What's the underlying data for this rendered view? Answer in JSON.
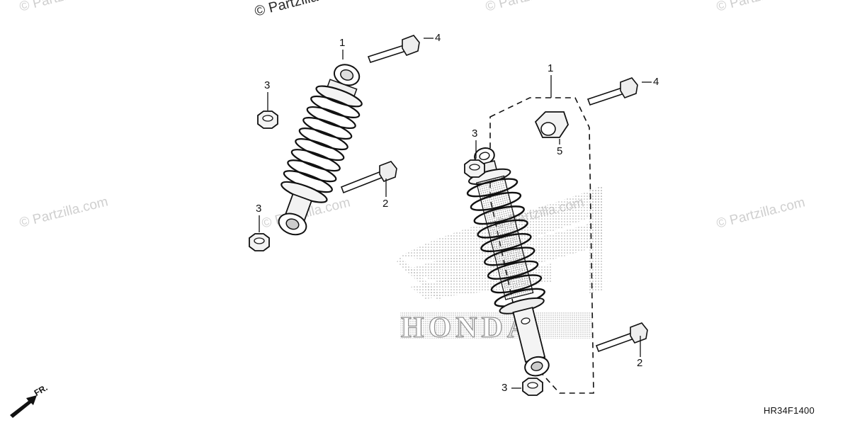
{
  "watermarks": {
    "top_center": "© Partzilla",
    "copy": "© Partzilla.com"
  },
  "callouts": {
    "part_1": "1",
    "part_2": "2",
    "part_3": "3",
    "part_4": "4",
    "part_5": "5"
  },
  "direction_label": "FR.",
  "diagram_code": "HR34F1400",
  "brand_mark": "HONDA"
}
